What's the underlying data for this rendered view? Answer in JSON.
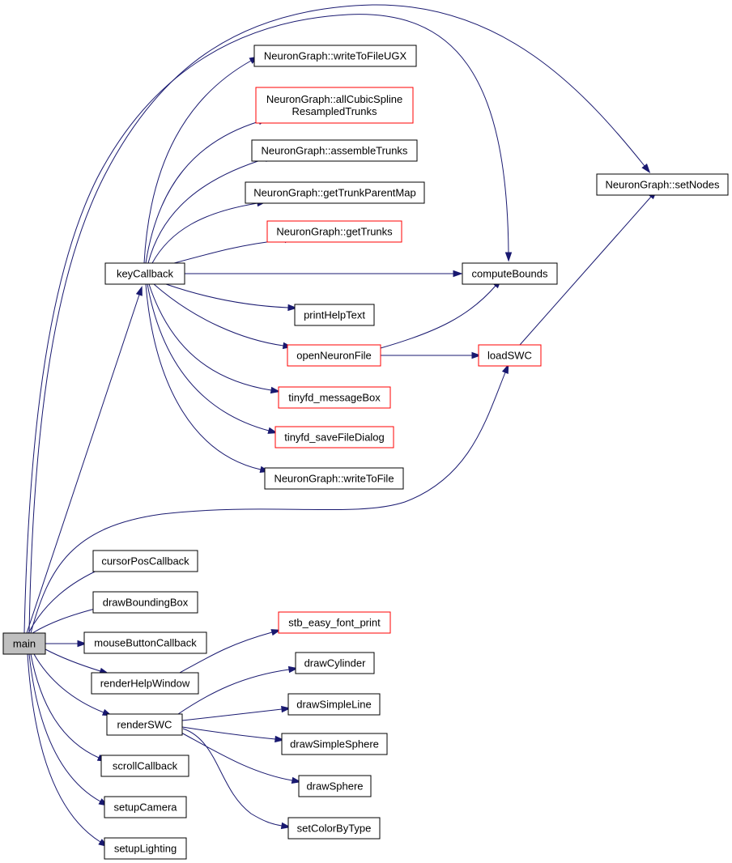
{
  "colors": {
    "edge": "#191970",
    "node_border": "#000000",
    "truncated_border": "#ff0000",
    "root_fill": "#bfbfbf"
  },
  "nodes": [
    {
      "id": "main",
      "lines": [
        "main"
      ],
      "style": "root"
    },
    {
      "id": "keyCallback",
      "lines": [
        "keyCallback"
      ],
      "style": "normal"
    },
    {
      "id": "writeToFileUGX",
      "lines": [
        "NeuronGraph::writeToFileUGX"
      ],
      "style": "normal"
    },
    {
      "id": "allCubicSpline",
      "lines": [
        "NeuronGraph::allCubicSpline",
        "ResampledTrunks"
      ],
      "style": "truncated"
    },
    {
      "id": "assembleTrunks",
      "lines": [
        "NeuronGraph::assembleTrunks"
      ],
      "style": "normal"
    },
    {
      "id": "getTrunkParentMap",
      "lines": [
        "NeuronGraph::getTrunkParentMap"
      ],
      "style": "normal"
    },
    {
      "id": "getTrunks",
      "lines": [
        "NeuronGraph::getTrunks"
      ],
      "style": "truncated"
    },
    {
      "id": "computeBounds",
      "lines": [
        "computeBounds"
      ],
      "style": "normal"
    },
    {
      "id": "printHelpText",
      "lines": [
        "printHelpText"
      ],
      "style": "normal"
    },
    {
      "id": "openNeuronFile",
      "lines": [
        "openNeuronFile"
      ],
      "style": "truncated"
    },
    {
      "id": "loadSWC",
      "lines": [
        "loadSWC"
      ],
      "style": "truncated"
    },
    {
      "id": "setNodes",
      "lines": [
        "NeuronGraph::setNodes"
      ],
      "style": "normal"
    },
    {
      "id": "tinyfd_messageBox",
      "lines": [
        "tinyfd_messageBox"
      ],
      "style": "truncated"
    },
    {
      "id": "tinyfd_saveFileDialog",
      "lines": [
        "tinyfd_saveFileDialog"
      ],
      "style": "truncated"
    },
    {
      "id": "writeToFile",
      "lines": [
        "NeuronGraph::writeToFile"
      ],
      "style": "normal"
    },
    {
      "id": "cursorPosCallback",
      "lines": [
        "cursorPosCallback"
      ],
      "style": "normal"
    },
    {
      "id": "drawBoundingBox",
      "lines": [
        "drawBoundingBox"
      ],
      "style": "normal"
    },
    {
      "id": "mouseButtonCallback",
      "lines": [
        "mouseButtonCallback"
      ],
      "style": "normal"
    },
    {
      "id": "renderHelpWindow",
      "lines": [
        "renderHelpWindow"
      ],
      "style": "normal"
    },
    {
      "id": "stb_easy_font_print",
      "lines": [
        "stb_easy_font_print"
      ],
      "style": "truncated"
    },
    {
      "id": "renderSWC",
      "lines": [
        "renderSWC"
      ],
      "style": "normal"
    },
    {
      "id": "drawCylinder",
      "lines": [
        "drawCylinder"
      ],
      "style": "normal"
    },
    {
      "id": "drawSimpleLine",
      "lines": [
        "drawSimpleLine"
      ],
      "style": "normal"
    },
    {
      "id": "drawSimpleSphere",
      "lines": [
        "drawSimpleSphere"
      ],
      "style": "normal"
    },
    {
      "id": "drawSphere",
      "lines": [
        "drawSphere"
      ],
      "style": "normal"
    },
    {
      "id": "setColorByType",
      "lines": [
        "setColorByType"
      ],
      "style": "normal"
    },
    {
      "id": "scrollCallback",
      "lines": [
        "scrollCallback"
      ],
      "style": "normal"
    },
    {
      "id": "setupCamera",
      "lines": [
        "setupCamera"
      ],
      "style": "normal"
    },
    {
      "id": "setupLighting",
      "lines": [
        "setupLighting"
      ],
      "style": "normal"
    }
  ],
  "edges": [
    {
      "from": "main",
      "to": "keyCallback"
    },
    {
      "from": "main",
      "to": "computeBounds"
    },
    {
      "from": "main",
      "to": "setNodes"
    },
    {
      "from": "main",
      "to": "loadSWC"
    },
    {
      "from": "main",
      "to": "cursorPosCallback"
    },
    {
      "from": "main",
      "to": "drawBoundingBox"
    },
    {
      "from": "main",
      "to": "mouseButtonCallback"
    },
    {
      "from": "main",
      "to": "renderHelpWindow"
    },
    {
      "from": "main",
      "to": "renderSWC"
    },
    {
      "from": "main",
      "to": "scrollCallback"
    },
    {
      "from": "main",
      "to": "setupCamera"
    },
    {
      "from": "main",
      "to": "setupLighting"
    },
    {
      "from": "keyCallback",
      "to": "writeToFileUGX"
    },
    {
      "from": "keyCallback",
      "to": "allCubicSpline"
    },
    {
      "from": "keyCallback",
      "to": "assembleTrunks"
    },
    {
      "from": "keyCallback",
      "to": "getTrunkParentMap"
    },
    {
      "from": "keyCallback",
      "to": "getTrunks"
    },
    {
      "from": "keyCallback",
      "to": "computeBounds"
    },
    {
      "from": "keyCallback",
      "to": "printHelpText"
    },
    {
      "from": "keyCallback",
      "to": "openNeuronFile"
    },
    {
      "from": "keyCallback",
      "to": "tinyfd_messageBox"
    },
    {
      "from": "keyCallback",
      "to": "tinyfd_saveFileDialog"
    },
    {
      "from": "keyCallback",
      "to": "writeToFile"
    },
    {
      "from": "openNeuronFile",
      "to": "computeBounds"
    },
    {
      "from": "openNeuronFile",
      "to": "loadSWC"
    },
    {
      "from": "loadSWC",
      "to": "setNodes"
    },
    {
      "from": "renderHelpWindow",
      "to": "stb_easy_font_print"
    },
    {
      "from": "renderSWC",
      "to": "drawCylinder"
    },
    {
      "from": "renderSWC",
      "to": "drawSimpleLine"
    },
    {
      "from": "renderSWC",
      "to": "drawSimpleSphere"
    },
    {
      "from": "renderSWC",
      "to": "drawSphere"
    },
    {
      "from": "renderSWC",
      "to": "setColorByType"
    }
  ]
}
